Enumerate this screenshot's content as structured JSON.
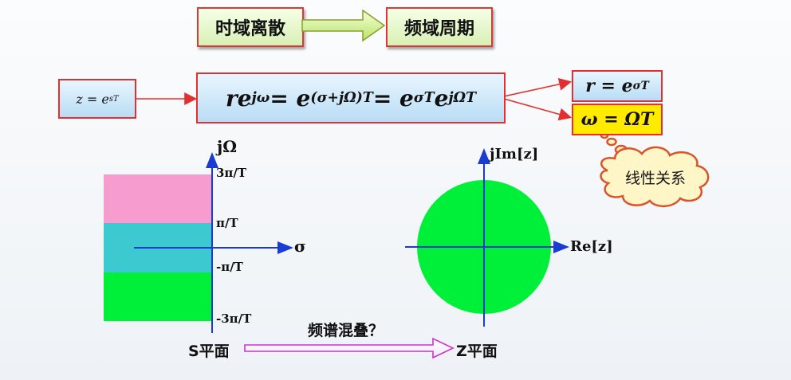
{
  "header": {
    "left": "时域离散",
    "right": "频域周期"
  },
  "mapping": {
    "z_def": "z = e",
    "z_def_sup": "sT"
  },
  "equation": {
    "p1": "re",
    "p1_sup": "jω",
    "p2": " = e",
    "p2_sup": "(σ+jΩ)T",
    "p3": " = e",
    "p3_sup": "σT",
    "p4": "e",
    "p4_sup": "jΩT"
  },
  "results": {
    "r": "r = e",
    "r_sup": "σT",
    "omega": "ω = ΩT"
  },
  "cloud": {
    "label": "线性关系"
  },
  "s_plane": {
    "y_axis": "jΩ",
    "x_axis": "σ",
    "ticks": [
      "3π/T",
      "π/T",
      "-π/T",
      "-3π/T"
    ],
    "name": "S平面"
  },
  "z_plane": {
    "y_axis": "jIm[z]",
    "x_axis": "Re[z]",
    "name": "Z平面"
  },
  "aliasing": {
    "label": "频谱混叠？"
  },
  "colors": {
    "pink": "#f79ccf",
    "cyan": "#3cc9cf",
    "green": "#00f03a",
    "axis": "#1a3cd1",
    "red": "#e03030"
  }
}
